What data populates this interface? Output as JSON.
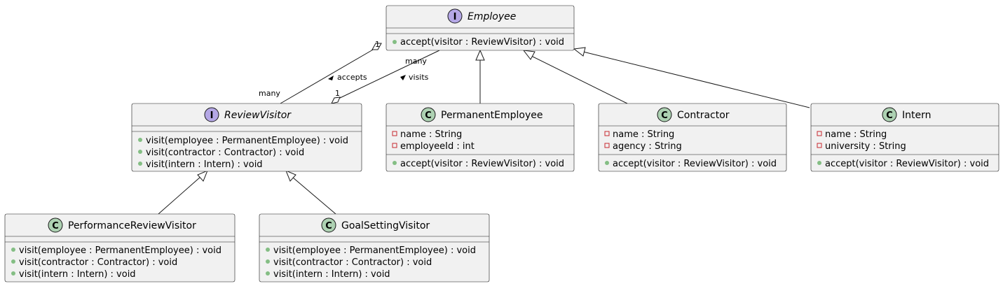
{
  "colors": {
    "interface_badge": "#b4a7e5",
    "class_badge": "#add1b2",
    "box_fill": "#f1f1f1",
    "border": "#181818",
    "public_method": "#84be84"
  },
  "classifiers": {
    "employee": {
      "kind": "interface",
      "badge": "I",
      "name": "Employee",
      "attributes": [],
      "methods": [
        "accept(visitor : ReviewVisitor) : void"
      ]
    },
    "review_visitor": {
      "kind": "interface",
      "badge": "I",
      "name": "ReviewVisitor",
      "attributes": [],
      "methods": [
        "visit(employee : PermanentEmployee) : void",
        "visit(contractor : Contractor) : void",
        "visit(intern : Intern) : void"
      ]
    },
    "permanent_employee": {
      "kind": "class",
      "badge": "C",
      "name": "PermanentEmployee",
      "attributes": [
        "name : String",
        "employeeId : int"
      ],
      "methods": [
        "accept(visitor : ReviewVisitor) : void"
      ]
    },
    "contractor": {
      "kind": "class",
      "badge": "C",
      "name": "Contractor",
      "attributes": [
        "name : String",
        "agency : String"
      ],
      "methods": [
        "accept(visitor : ReviewVisitor) : void"
      ]
    },
    "intern": {
      "kind": "class",
      "badge": "C",
      "name": "Intern",
      "attributes": [
        "name : String",
        "university : String"
      ],
      "methods": [
        "accept(visitor : ReviewVisitor) : void"
      ]
    },
    "performance_review_visitor": {
      "kind": "class",
      "badge": "C",
      "name": "PerformanceReviewVisitor",
      "attributes": [],
      "methods": [
        "visit(employee : PermanentEmployee) : void",
        "visit(contractor : Contractor) : void",
        "visit(intern : Intern) : void"
      ]
    },
    "goal_setting_visitor": {
      "kind": "class",
      "badge": "C",
      "name": "GoalSettingVisitor",
      "attributes": [],
      "methods": [
        "visit(employee : PermanentEmployee) : void",
        "visit(contractor : Contractor) : void",
        "visit(intern : Intern) : void"
      ]
    }
  },
  "relations": {
    "accepts": {
      "label": "accepts",
      "from_multiplicity": "1",
      "to_multiplicity": "many"
    },
    "visits": {
      "label": "visits",
      "from_multiplicity": "1",
      "to_multiplicity": "many"
    }
  }
}
